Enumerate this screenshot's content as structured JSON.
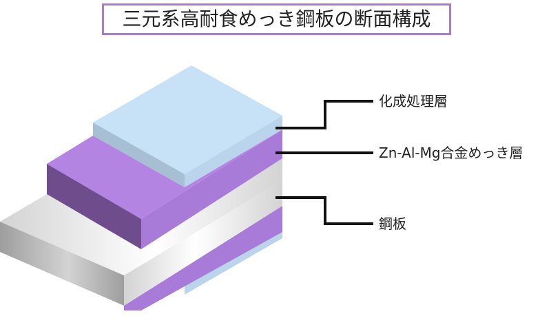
{
  "title": "三元系高耐食めっき鋼板の断面構成",
  "layers": {
    "chemical_conversion": {
      "label": "化成処理層"
    },
    "zn_al_mg_plating": {
      "label": "Zn-Al-Mg合金めっき層"
    },
    "steel_sheet": {
      "label": "鋼板"
    }
  },
  "colors": {
    "title_border": "#a67dcb",
    "text": "#222222",
    "leader_line": "#111111",
    "conversion_top": "#c7e1f6",
    "conversion_left": "#a7bfd3",
    "conversion_right": "#b9d4eb",
    "plating_top": "#b484e2",
    "plating_left": "#6f4d8c",
    "plating_right": "#a97bd9",
    "steel_dark": "#9e9e9e",
    "steel_mid": "#d3d3d3",
    "steel_light": "#ffffff"
  }
}
